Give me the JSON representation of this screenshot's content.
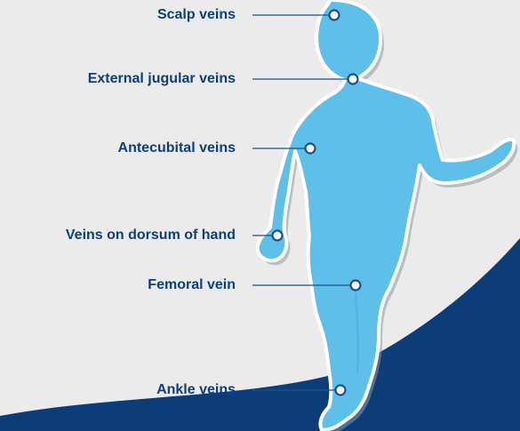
{
  "colors": {
    "background": "#ebebeb",
    "swoosh": "#0d3d78",
    "figure_fill": "#5ec0e8",
    "figure_outline": "#ffffff",
    "label_text": "#0f3e7c",
    "leader_line": "#1d4f8a"
  },
  "figure": "child-silhouette",
  "labels": [
    {
      "id": "scalp",
      "text": "Scalp veins"
    },
    {
      "id": "jugular",
      "text": "External jugular veins"
    },
    {
      "id": "antecubital",
      "text": "Antecubital veins"
    },
    {
      "id": "hand",
      "text": "Veins on dorsum of hand"
    },
    {
      "id": "femoral",
      "text": "Femoral vein"
    },
    {
      "id": "ankle",
      "text": "Ankle veins"
    }
  ]
}
